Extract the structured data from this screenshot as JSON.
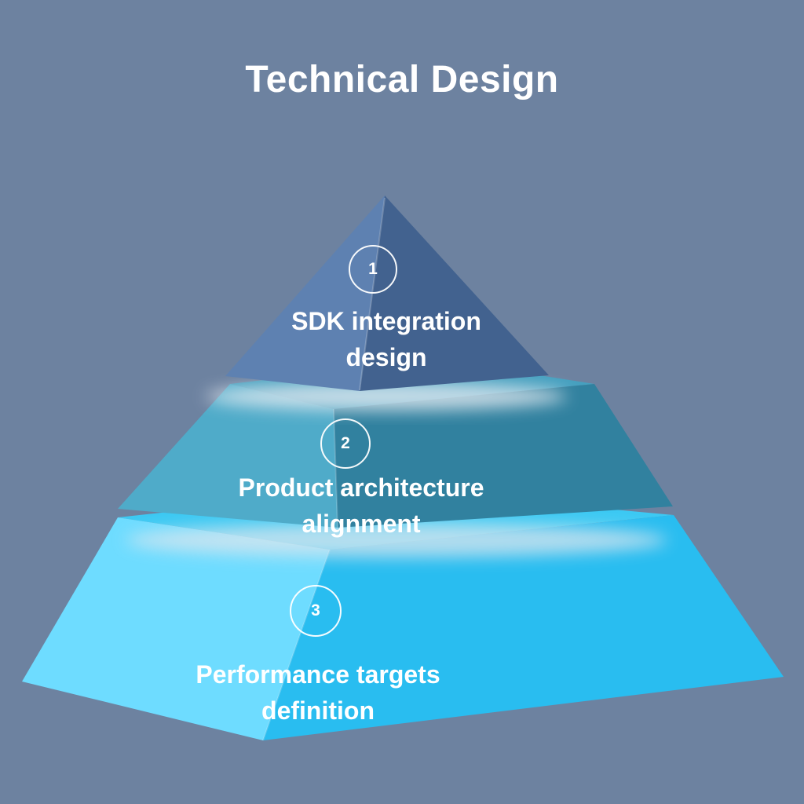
{
  "title": "Technical Design",
  "colors": {
    "background": "#6d82a0",
    "text": "#ffffff",
    "circle_outline": "#ffffff",
    "inter_tier_shadow": "#e3eaf1"
  },
  "pyramid": {
    "tiers": [
      {
        "number": "1",
        "label": "SDK integration design",
        "face_left": "#5e81b1",
        "face_right": "#42628f",
        "face_top": "#5e81b1"
      },
      {
        "number": "2",
        "label": "Product architecture alignment",
        "face_left": "#4fabc9",
        "face_right": "#31819f",
        "face_top": "#46a0bf"
      },
      {
        "number": "3",
        "label": "Performance targets definition",
        "face_left": "#6edcff",
        "face_right": "#29bdf0",
        "face_top": "#3cc9f3"
      }
    ]
  }
}
